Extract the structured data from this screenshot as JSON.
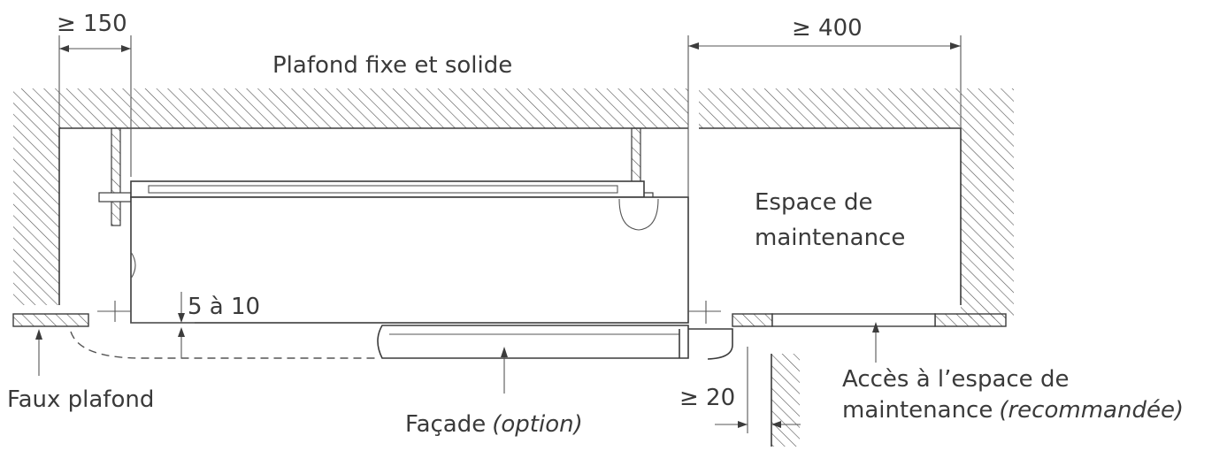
{
  "labels": {
    "ceiling": "Plafond fixe et solide",
    "dim_150": "≥ 150",
    "dim_400": "≥ 400",
    "maintenance_space_line1": "Espace de",
    "maintenance_space_line2": "maintenance",
    "dim_5_10": "5 à 10",
    "false_ceiling": "Faux plafond",
    "facade": "Façade",
    "facade_option": "(option)",
    "dim_20": "≥ 20",
    "access_line1": "Accès à l’espace de",
    "access_line2_plain": "maintenance",
    "access_line2_italic": "(recommandée)"
  }
}
